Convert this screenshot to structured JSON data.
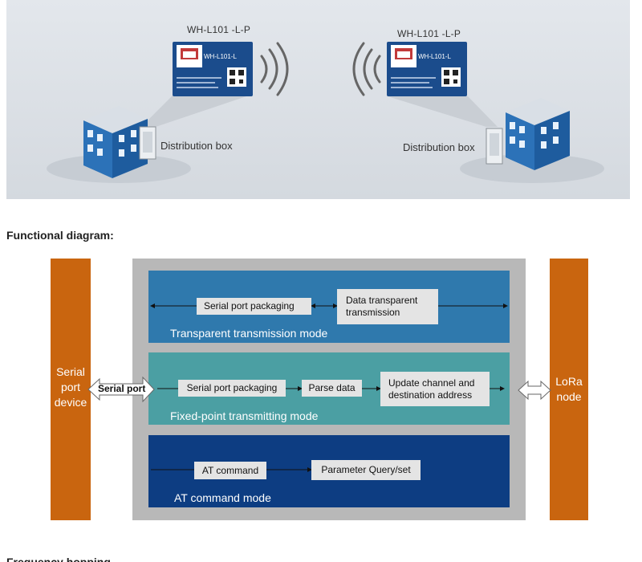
{
  "hero": {
    "left_module_title": "WH-L101 -L-P",
    "right_module_title": "WH-L101 -L-P",
    "left_chip_text": "WH-L101-L",
    "right_chip_text": "WH-L101-L",
    "left_box_label": "Distribution box",
    "right_box_label": "Distribution box"
  },
  "section_title": "Functional diagram:",
  "diagram": {
    "left_column": [
      "Serial",
      "port",
      "device"
    ],
    "right_column": [
      "LoRa",
      "node"
    ],
    "serial_port_label": "Serial port",
    "modes": [
      {
        "label": "Transparent transmission mode",
        "color": "#2f79ad",
        "steps": [
          "Serial port packaging",
          "Data transparent transmission"
        ]
      },
      {
        "label": "Fixed-point transmitting mode",
        "color": "#4b9fa3",
        "steps": [
          "Serial port packaging",
          "Parse data",
          "Update channel and destination address"
        ]
      },
      {
        "label": "AT command mode",
        "color": "#0d3d82",
        "steps": [
          "AT command",
          "Parameter Query/set"
        ]
      }
    ],
    "colors": {
      "columns": "#c9650f",
      "frame": "#b8b8b8",
      "step_box": "#e4e4e4"
    }
  },
  "footer_partial": "Frequency hopping"
}
